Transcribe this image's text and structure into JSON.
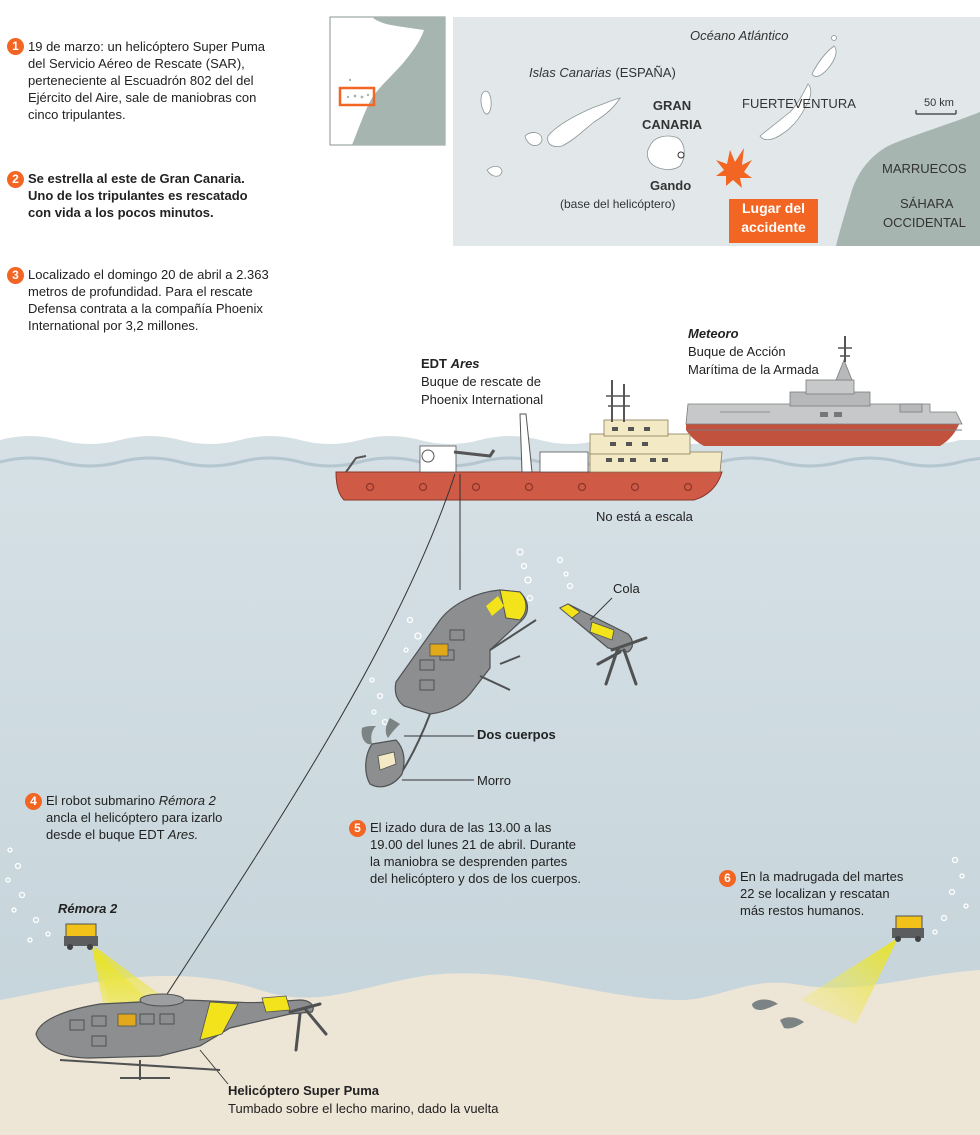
{
  "steps": [
    {
      "num": "1",
      "lines": [
        "19 de marzo: un helicóptero Super Puma",
        "del Servicio Aéreo de Rescate (SAR),",
        "perteneciente al Escuadrón 802 del del",
        "Ejército del Aire, sale de maniobras con",
        "cinco tripulantes."
      ]
    },
    {
      "num": "2",
      "lines": [
        "Se estrella al este de Gran Canaria.",
        "Uno de los tripulantes es rescatado",
        "con vida a los pocos minutos."
      ]
    },
    {
      "num": "3",
      "lines": [
        "Localizado el domingo 20 de abril a 2.363",
        "metros de profundidad. Para el rescate",
        "Defensa contrata a la compañía Phoenix",
        "International por 3,2 millones."
      ]
    },
    {
      "num": "4",
      "lines": [
        "El robot submarino ",
        "Rémora 2",
        "ancla el helicóptero para izarlo",
        "desde el buque EDT ",
        "Ares."
      ]
    },
    {
      "num": "5",
      "lines": [
        "El izado dura de las 13.00 a las",
        "19.00 del lunes 21 de abril. Durante",
        "la maniobra se desprenden partes",
        "del helicóptero y dos de los cuerpos."
      ]
    },
    {
      "num": "6",
      "lines": [
        "En la madrugada del martes",
        "22 se localizan y rescatan",
        "más restos humanos."
      ]
    }
  ],
  "map": {
    "ocean": "Océano Atlántico",
    "islands": "Islas Canarias",
    "country": "(ESPAÑA)",
    "gran": "GRAN",
    "canaria": "CANARIA",
    "fuerteventura": "FUERTEVENTURA",
    "scale": "50 km",
    "marruecos": "MARRUECOS",
    "sahara1": "SÁHARA",
    "sahara2": "OCCIDENTAL",
    "gando": "Gando",
    "base": "(base del helicóptero)",
    "accident1": "Lugar del",
    "accident2": "accidente"
  },
  "ships": {
    "meteoro_name": "Meteoro",
    "meteoro_desc1": "Buque de Acción",
    "meteoro_desc2": "Marítima de la Armada",
    "ares_prefix": "EDT ",
    "ares_name": "Ares",
    "ares_desc1": "Buque de rescate de",
    "ares_desc2": "Phoenix International",
    "scale_note": "No está a escala"
  },
  "labels": {
    "cola": "Cola",
    "dos_cuerpos": "Dos cuerpos",
    "morro": "Morro",
    "remora": "Rémora 2",
    "heli_title": "Helicóptero Super Puma",
    "heli_desc": "Tumbado sobre el lecho marino, dado la vuelta"
  },
  "colors": {
    "accent": "#f26522",
    "sea": "#c9d7de",
    "seabed": "#ede5d6",
    "land": "#a6b5b0",
    "hull": "#cf5a45",
    "heli": "#8c8e8f",
    "stripe": "#f2e31a"
  }
}
